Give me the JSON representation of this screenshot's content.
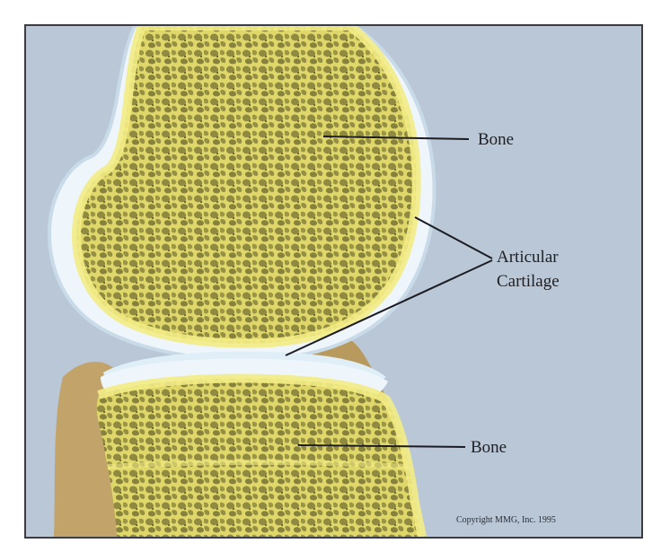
{
  "diagram": {
    "labels": {
      "bone_top": "Bone",
      "articular_line1": "Articular",
      "articular_line2": "Cartilage",
      "bone_bottom": "Bone"
    },
    "copyright": "Copyright MMG, Inc. 1995"
  },
  "colors": {
    "background": "#b9c7d6",
    "bone": "#e7df6c",
    "bone_edge": "#f3ec86",
    "trabecular": "#8f8a3f",
    "cartilage": "#eef6fb",
    "cartilage_shadow": "#c9dbe8",
    "leader_line": "#1c1c22"
  }
}
